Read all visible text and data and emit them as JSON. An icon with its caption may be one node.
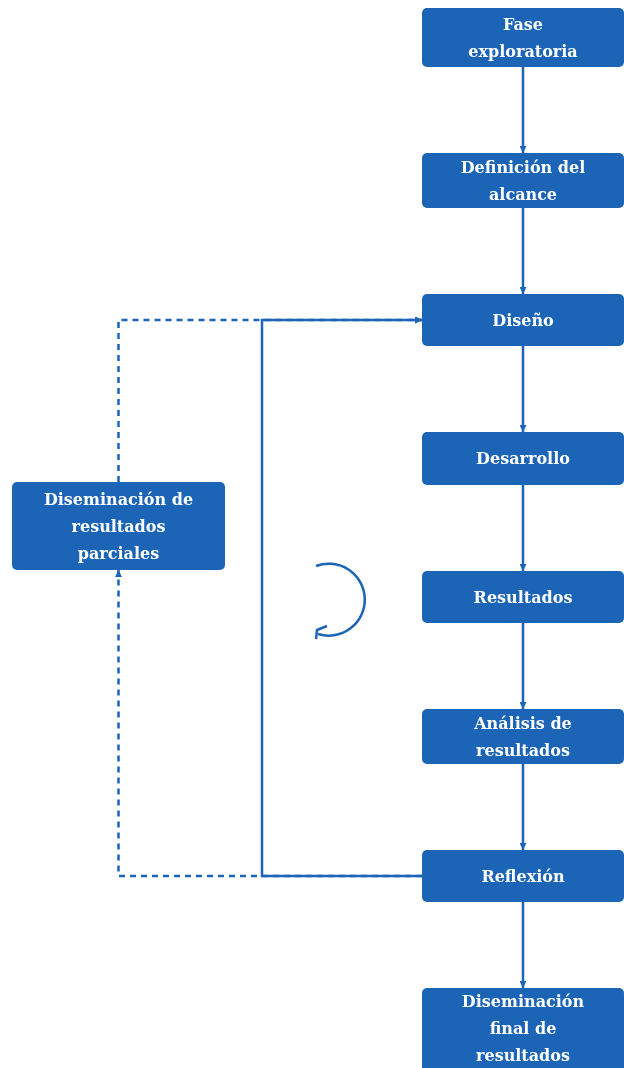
{
  "diagram": {
    "nodes": [
      {
        "text": [
          "Fase exploratoria"
        ]
      },
      {
        "text": [
          "Definición del alcance"
        ]
      },
      {
        "text": [
          "Diseño"
        ]
      },
      {
        "text": [
          "Desarrollo"
        ]
      },
      {
        "text": [
          "Resultados"
        ]
      },
      {
        "text": [
          "Análisis de resultados"
        ]
      },
      {
        "text": [
          "Reflexión"
        ]
      },
      {
        "text": [
          "Diseminación final de resultados"
        ]
      },
      {
        "text": [
          "Diseminación de resultados parciales"
        ]
      }
    ],
    "edges": [
      {
        "from": 0,
        "to": 1,
        "arrow": "to"
      },
      {
        "from": 1,
        "to": 2,
        "arrow": "to"
      },
      {
        "from": 2,
        "to": 3,
        "arrow": "to"
      },
      {
        "from": 3,
        "to": 4,
        "arrow": "to"
      },
      {
        "from": 4,
        "to": 5,
        "arrow": "to"
      },
      {
        "from": 5,
        "to": 6,
        "arrow": "to"
      },
      {
        "from": 6,
        "to": 7,
        "arrow": "to"
      },
      {
        "from": 6,
        "to": 2,
        "arrow": "to"
      },
      {
        "from": 6,
        "to": 8,
        "arrow": "to",
        "style": "dashed"
      },
      {
        "from": 8,
        "to": 2,
        "arrow": "to",
        "style": "dashed"
      }
    ]
  }
}
